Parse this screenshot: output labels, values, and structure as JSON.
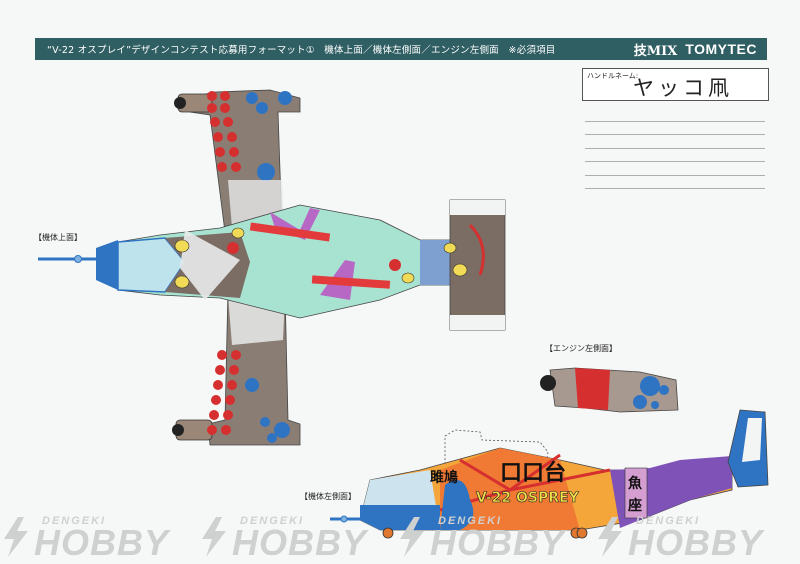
{
  "header": {
    "title": "“V-22 オスプレイ”デザインコンテスト応募用フォーマット①　機体上面／機体左側面／エンジン左側面　※必須項目",
    "brand_waza": "技MIX",
    "brand_tomytec": "TOMYTEC",
    "bar_color": "#2f5e63"
  },
  "handle": {
    "label": "ハンドルネーム:",
    "value": "ヤッコ凧"
  },
  "sections": {
    "top_view": "【機体上面】",
    "engine_side": "【エンジン左側面】",
    "left_side": "【機体左側面】"
  },
  "artwork": {
    "side_text_1": "雎鳩",
    "side_text_2": "V-22 OSPREY",
    "side_kanji": "魚",
    "tail_kanji": "魚座"
  },
  "watermark": {
    "top": "DENGEKI",
    "main": "HOBBY"
  }
}
